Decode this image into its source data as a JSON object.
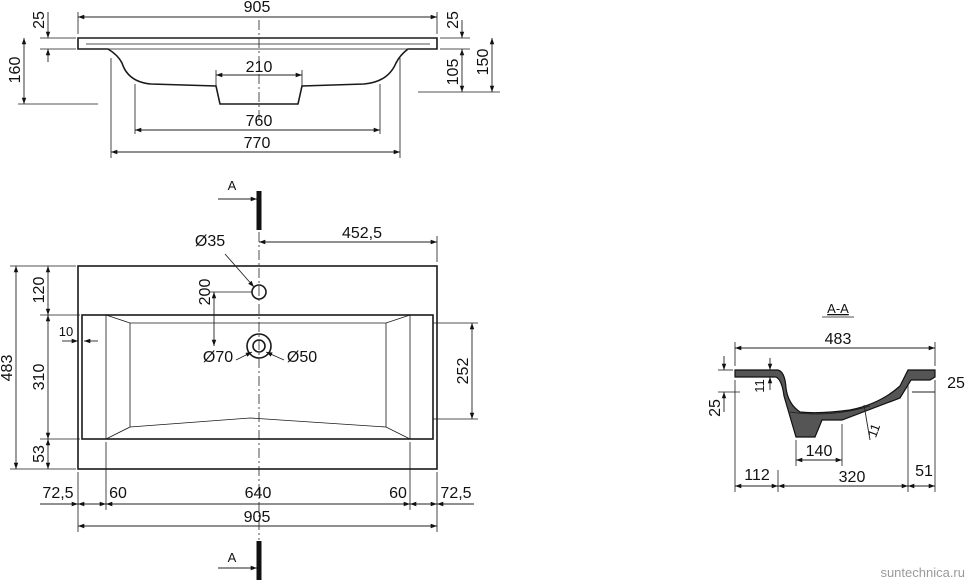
{
  "top_view": {
    "overall_width": "905",
    "rim": "25",
    "total_height": "160",
    "depth_a": "105",
    "depth_b": "150",
    "drain_width": "210",
    "bowl_width_inner": "760",
    "bowl_width_outer": "770"
  },
  "plan_view": {
    "section_mark": "A",
    "tap_hole": "Ø35",
    "tap_offset": "452,5",
    "tap_to_drain": "200",
    "front_depth": "120",
    "total_depth": "483",
    "bowl_depth": "310",
    "back_depth": "53",
    "wall": "10",
    "bowl_height": "252",
    "drain_outer": "Ø70",
    "drain_inner": "Ø50",
    "margin_left": "72,5",
    "slope_left": "60",
    "bowl_length": "640",
    "slope_right": "60",
    "margin_right": "72,5",
    "overall_width": "905"
  },
  "section_view": {
    "title": "A-A",
    "width": "483",
    "rim_thickness": "11",
    "height": "25",
    "rim_right": "25",
    "wall_thickness": "11",
    "drain_width": "140",
    "left_offset": "112",
    "bowl_span": "320",
    "right_offset": "51"
  },
  "watermark": "suntechnica.ru"
}
